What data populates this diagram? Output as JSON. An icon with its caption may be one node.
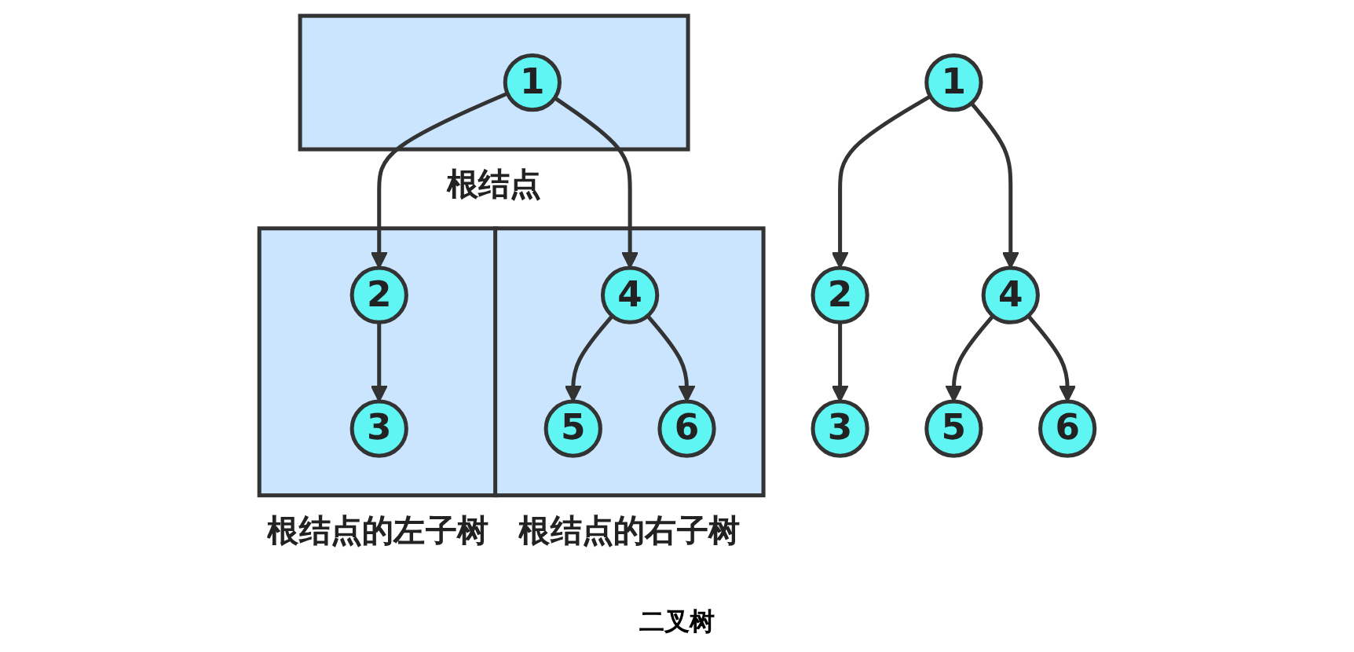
{
  "diagram": {
    "caption": "二叉树",
    "nodes": [
      {
        "text": [
          "1"
        ]
      },
      {
        "text": [
          "2"
        ]
      },
      {
        "text": [
          "4"
        ]
      },
      {
        "text": [
          "3"
        ]
      },
      {
        "text": [
          "5"
        ]
      },
      {
        "text": [
          "6"
        ]
      },
      {
        "text": [
          "根结点"
        ]
      },
      {
        "text": [
          "1"
        ],
        "in": 6
      },
      {
        "text": [
          "根结点的左子树"
        ]
      },
      {
        "text": [
          "2"
        ],
        "in": 8
      },
      {
        "text": [
          "3"
        ],
        "in": 8
      },
      {
        "text": [
          "根结点的右子树"
        ]
      },
      {
        "text": [
          "4"
        ],
        "in": 11
      },
      {
        "text": [
          "5"
        ],
        "in": 11
      },
      {
        "text": [
          "6"
        ],
        "in": 11
      }
    ],
    "edges": [
      {
        "from": 0,
        "to": 1,
        "arrow": "to"
      },
      {
        "from": 0,
        "to": 2,
        "arrow": "to"
      },
      {
        "from": 1,
        "to": 3,
        "arrow": "to"
      },
      {
        "from": 2,
        "to": 4,
        "arrow": "to"
      },
      {
        "from": 2,
        "to": 5,
        "arrow": "to"
      },
      {
        "from": 7,
        "to": 9,
        "arrow": "to"
      },
      {
        "from": 7,
        "to": 12,
        "arrow": "to"
      },
      {
        "from": 9,
        "to": 10,
        "arrow": "to"
      },
      {
        "from": 12,
        "to": 13,
        "arrow": "to"
      },
      {
        "from": 12,
        "to": 14,
        "arrow": "to"
      }
    ]
  }
}
